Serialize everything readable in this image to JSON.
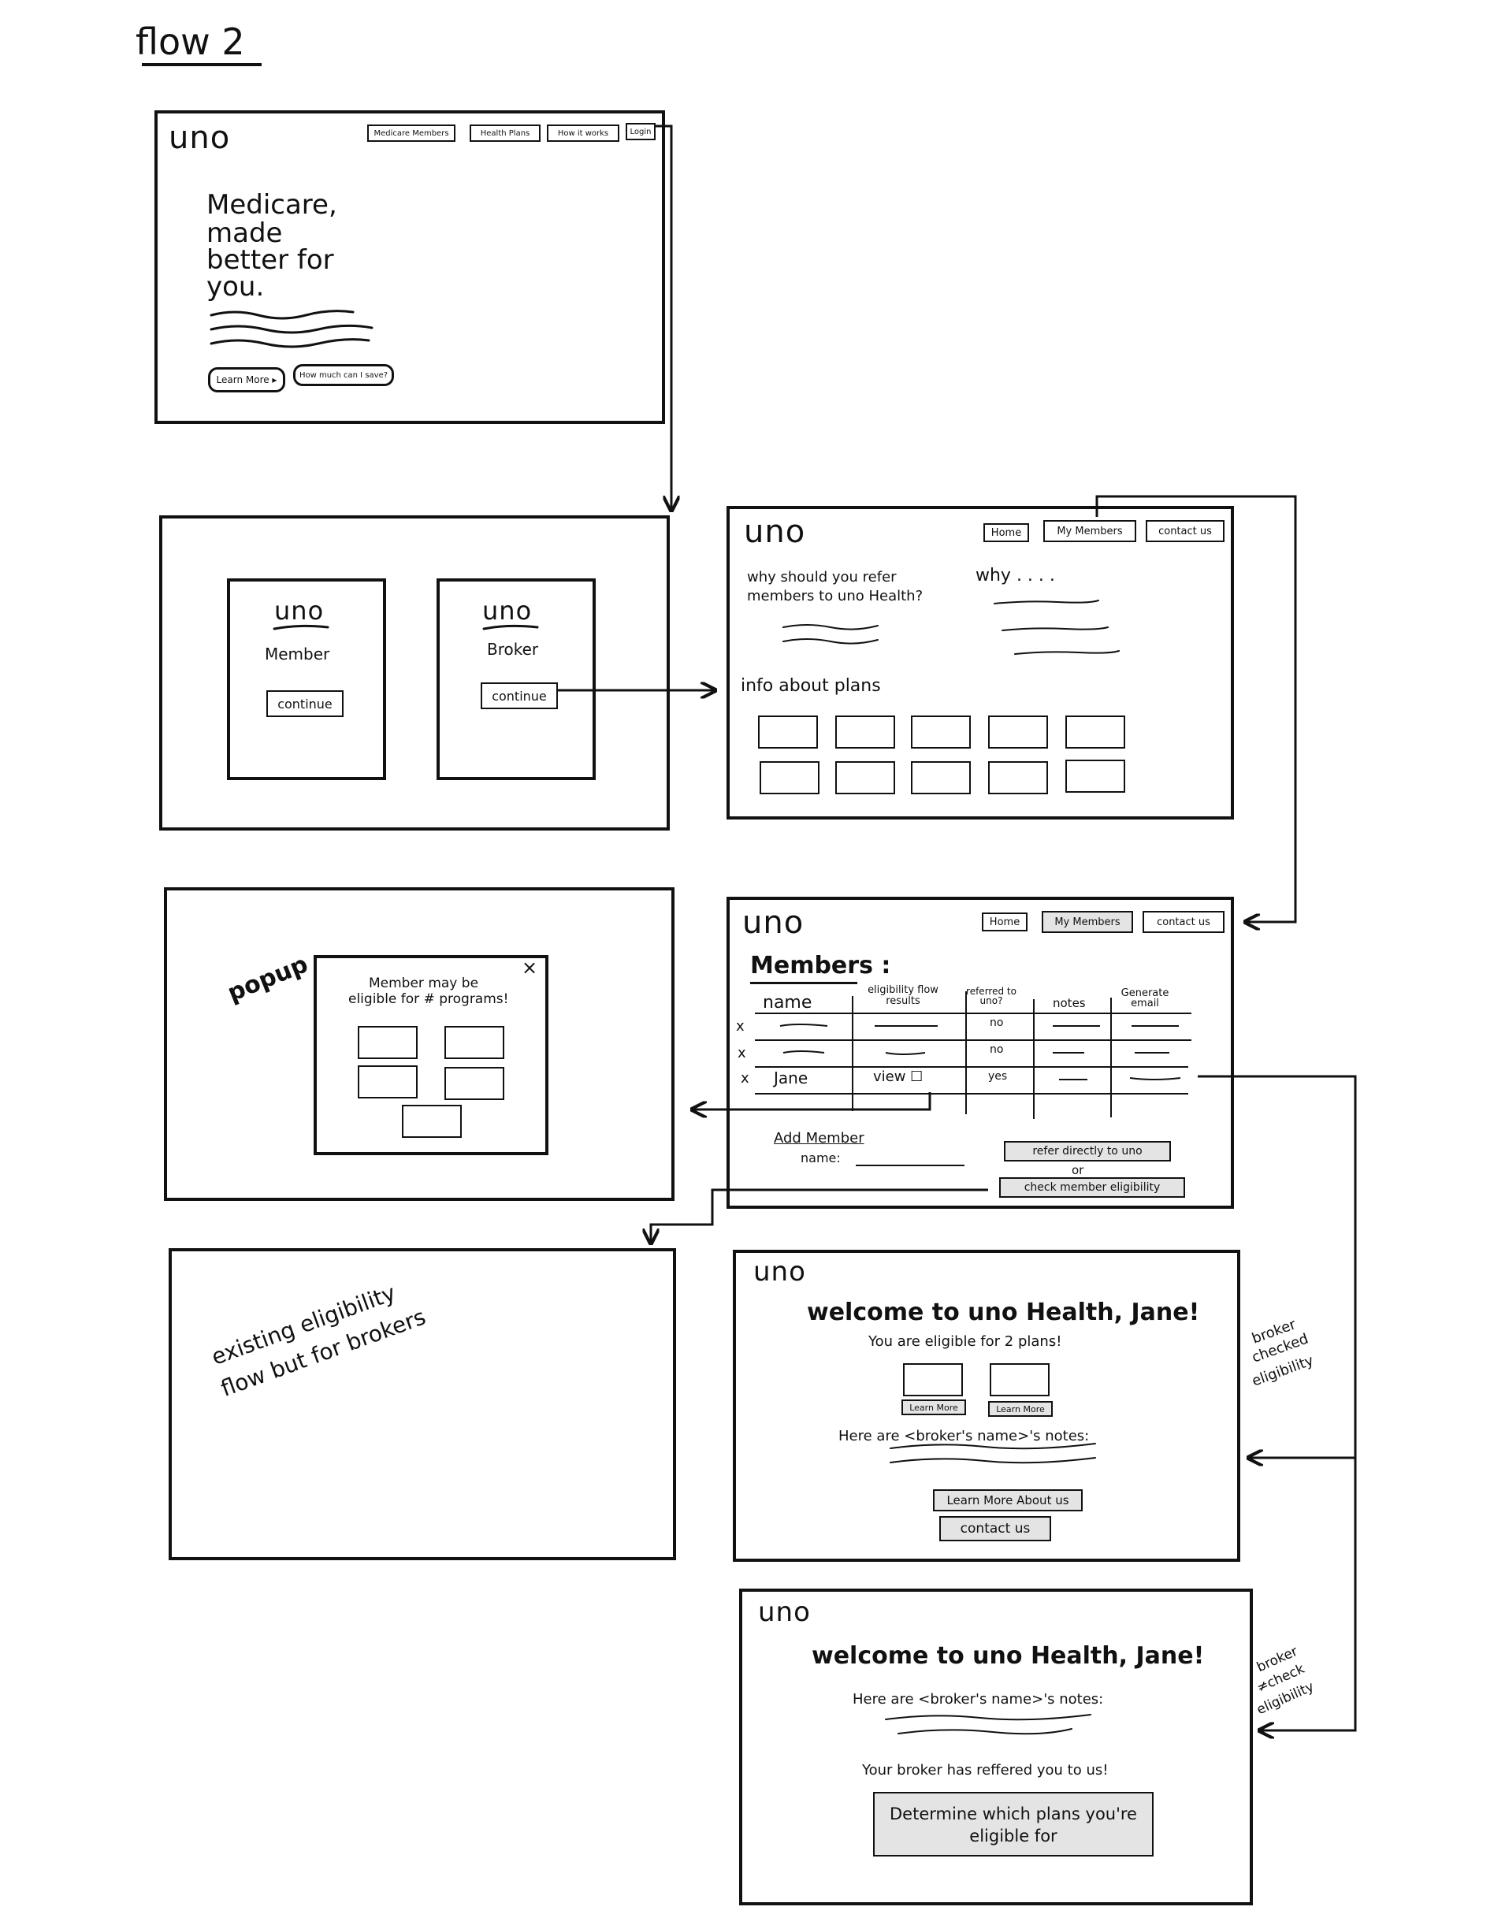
{
  "title": "flow 2",
  "landing": {
    "logo": "uno",
    "nav": [
      "Medicare Members",
      "Health Plans",
      "How it works",
      "Login"
    ],
    "headline": [
      "Medicare,",
      "made",
      "better for",
      "you."
    ],
    "buttons": [
      "Learn More ▸",
      "How much can I save?"
    ]
  },
  "select_role": {
    "member": {
      "logo": "uno",
      "label": "Member",
      "button": "continue"
    },
    "broker": {
      "logo": "uno",
      "label": "Broker",
      "button": "continue"
    }
  },
  "broker_home": {
    "logo": "uno",
    "nav": [
      "Home",
      "My Members",
      "contact us"
    ],
    "why_refer": [
      "why should you refer",
      "members to uno Health?"
    ],
    "why": "why . . . .",
    "info": "info about plans"
  },
  "members_page": {
    "logo": "uno",
    "nav": [
      "Home",
      "My Members",
      "contact us"
    ],
    "heading": "Members :",
    "columns": [
      "name",
      "eligibility flow results",
      "referred to uno?",
      "notes",
      "Generate email"
    ],
    "rows": [
      {
        "x": "x",
        "name": "",
        "results": "",
        "referred": "no"
      },
      {
        "x": "x",
        "name": "",
        "results": "",
        "referred": "no"
      },
      {
        "x": "x",
        "name": "Jane",
        "results": "view ☐",
        "referred": "yes"
      }
    ],
    "add_member": "Add Member",
    "name_label": "name:",
    "refer_button": "refer directly to uno",
    "or": "or",
    "check_button": "check member eligibility"
  },
  "popup_frame": {
    "label": "popup",
    "close": "×",
    "message": [
      "Member may be",
      "eligible for # programs!"
    ]
  },
  "existing_flow": {
    "text": [
      "existing eligibility",
      "flow but for brokers"
    ]
  },
  "welcome_checked": {
    "logo": "uno",
    "heading": "welcome to uno Health, Jane!",
    "eligible": "You are eligible for 2 plans!",
    "learn_more": [
      "Learn More",
      "Learn More"
    ],
    "notes": "Here are <broker's name>'s notes:",
    "buttons": [
      "Learn More About us",
      "contact us"
    ],
    "side_label": [
      "broker",
      "checked",
      "eligibility"
    ]
  },
  "welcome_unchecked": {
    "logo": "uno",
    "heading": "welcome to uno Health, Jane!",
    "notes": "Here are <broker's name>'s notes:",
    "referred": "Your broker has reffered you to us!",
    "button": [
      "Determine which plans you're",
      "eligible for"
    ],
    "side_label": [
      "broker",
      "≠check",
      "eligibility"
    ]
  }
}
